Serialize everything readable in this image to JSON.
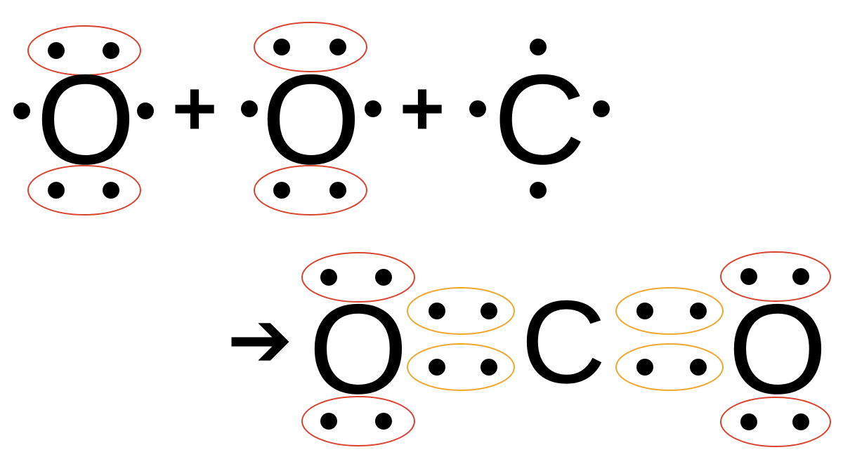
{
  "colors": {
    "ink": "#000000",
    "lone_pair_outline": "#d9432f",
    "bonding_pair_outline": "#f0a830"
  },
  "reactants": [
    {
      "symbol": "O",
      "dots": 6,
      "lone_pairs_circled": 2
    },
    {
      "operator": "+"
    },
    {
      "symbol": "O",
      "dots": 6,
      "lone_pairs_circled": 2
    },
    {
      "operator": "+"
    },
    {
      "symbol": "C",
      "dots": 4,
      "lone_pairs_circled": 0
    }
  ],
  "arrow": "➔",
  "product": {
    "atoms": [
      "O",
      "C",
      "O"
    ],
    "lone_pairs_circled": 4,
    "bonding_pairs_circled": 4
  }
}
